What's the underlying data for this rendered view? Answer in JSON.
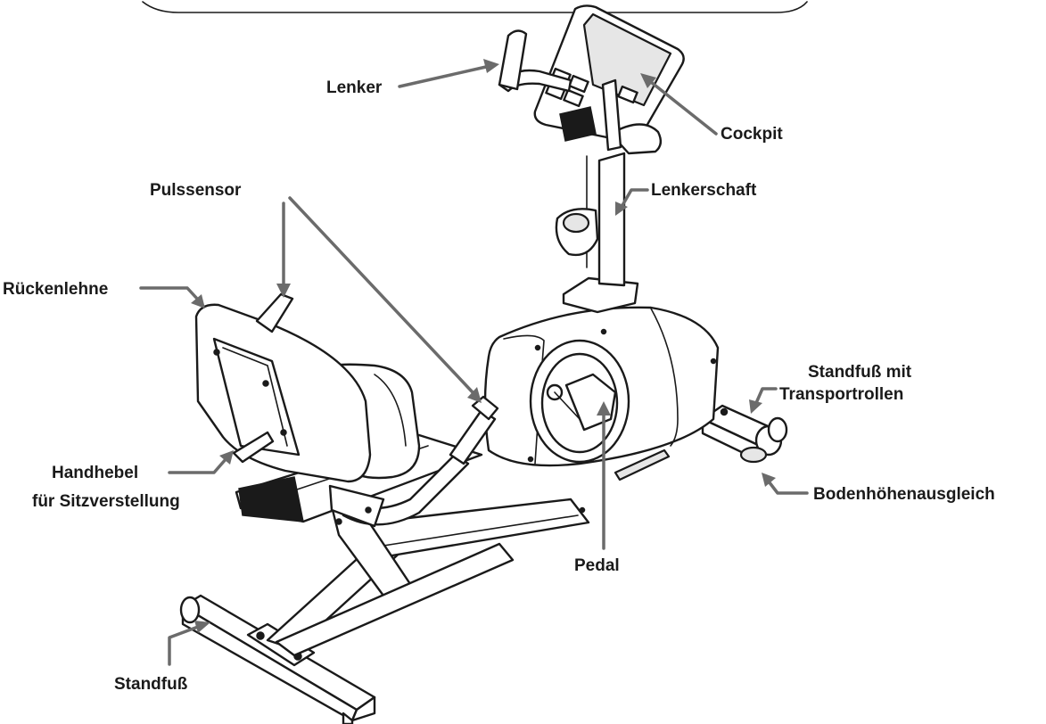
{
  "labels": {
    "lenker": "Lenker",
    "cockpit": "Cockpit",
    "lenkerschaft": "Lenkerschaft",
    "pulssensor": "Pulssensor",
    "rueckenlehne": "Rückenlehne",
    "standfuss_transport_1": "Standfuß mit",
    "standfuss_transport_2": "Transportrollen",
    "handhebel_1": "Handhebel",
    "handhebel_2": "für Sitzverstellung",
    "bodenhoehe": "Bodenhöhenausgleich",
    "pedal": "Pedal",
    "standfuss": "Standfuß"
  },
  "colors": {
    "leader_line": "#6b6b6b",
    "outline": "#1a1a1a",
    "label_text": "#1a1a1a"
  }
}
